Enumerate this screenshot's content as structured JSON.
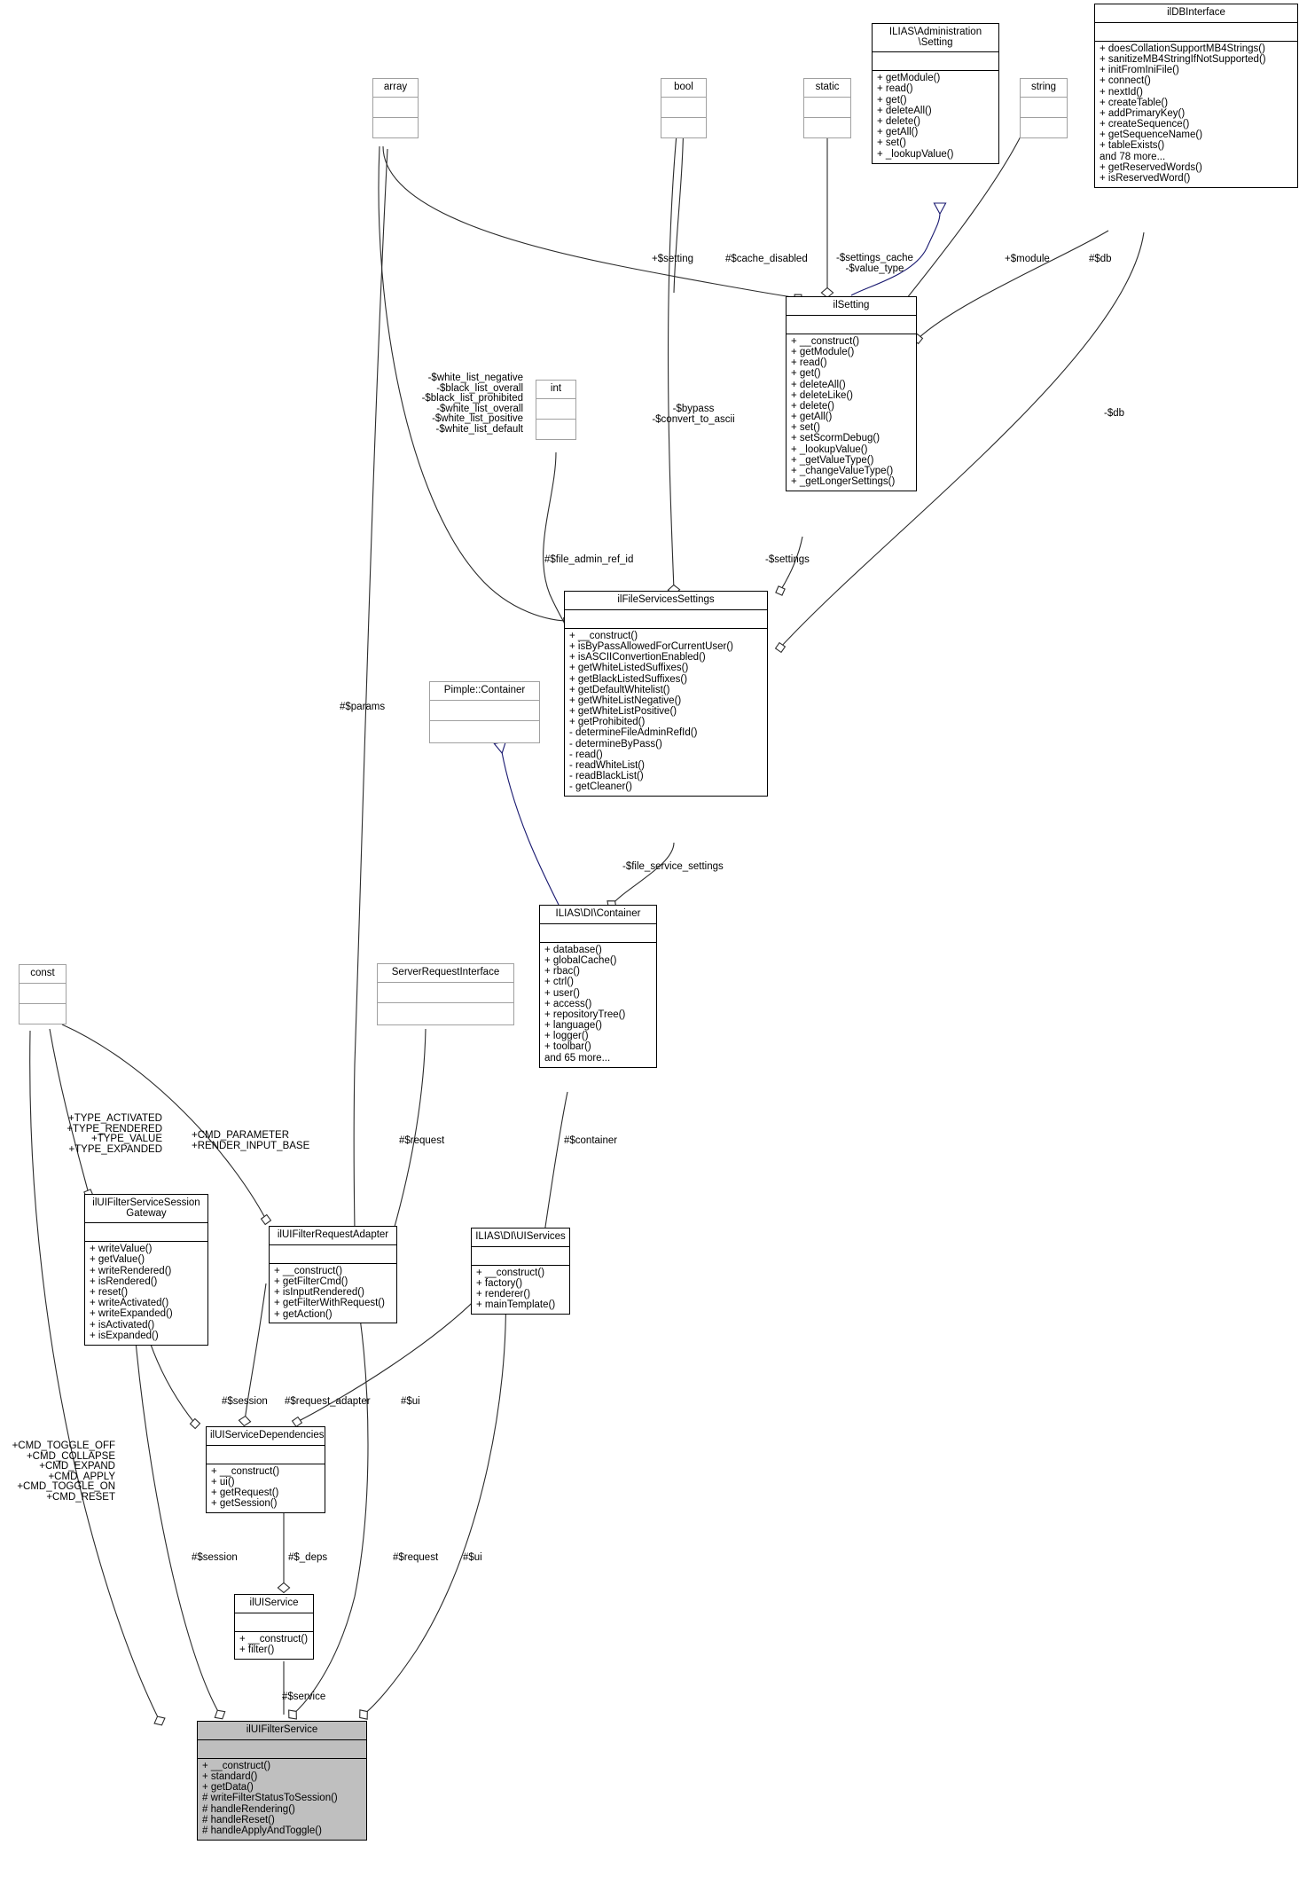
{
  "diagram": {
    "type": "uml-class-diagram",
    "title": "ilUIFilterService collaboration diagram",
    "highlight_color": "#bfbfbf",
    "inheritance_arrow_color": "#191970"
  },
  "nodes": [
    {
      "id": "array",
      "name": "array",
      "attrs": [],
      "ops": []
    },
    {
      "id": "bool",
      "name": "bool",
      "attrs": [],
      "ops": []
    },
    {
      "id": "static",
      "name": "static",
      "attrs": [],
      "ops": []
    },
    {
      "id": "string",
      "name": "string",
      "attrs": [],
      "ops": []
    },
    {
      "id": "int",
      "name": "int",
      "attrs": [],
      "ops": []
    },
    {
      "id": "const",
      "name": "const",
      "attrs": [],
      "ops": []
    },
    {
      "id": "ilias-administration-setting",
      "name": "ILIAS\\Administration\n\\Setting",
      "attrs": [],
      "ops": [
        "+ getModule()",
        "+ read()",
        "+ get()",
        "+ deleteAll()",
        "+ delete()",
        "+ getAll()",
        "+ set()",
        "+ _lookupValue()"
      ]
    },
    {
      "id": "ildbinterface",
      "name": "ilDBInterface",
      "attrs": [],
      "ops": [
        "+ doesCollationSupportMB4Strings()",
        "+ sanitizeMB4StringIfNotSupported()",
        "+ initFromIniFile()",
        "+ connect()",
        "+ nextId()",
        "+ createTable()",
        "+ addPrimaryKey()",
        "+ createSequence()",
        "+ getSequenceName()",
        "+ tableExists()",
        "and 78 more...",
        "+ getReservedWords()",
        "+ isReservedWord()"
      ]
    },
    {
      "id": "ilsetting",
      "name": "ilSetting",
      "attrs": [],
      "ops": [
        "+ __construct()",
        "+ getModule()",
        "+ read()",
        "+ get()",
        "+ deleteAll()",
        "+ deleteLike()",
        "+ delete()",
        "+ getAll()",
        "+ set()",
        "+ setScormDebug()",
        "+ _lookupValue()",
        "+ _getValueType()",
        "+ _changeValueType()",
        "+ _getLongerSettings()"
      ]
    },
    {
      "id": "ilfileservicessettings",
      "name": "ilFileServicesSettings",
      "attrs": [],
      "ops": [
        "+ __construct()",
        "+ isByPassAllowedForCurrentUser()",
        "+ isASCIIConvertionEnabled()",
        "+ getWhiteListedSuffixes()",
        "+ getBlackListedSuffixes()",
        "+ getDefaultWhitelist()",
        "+ getWhiteListNegative()",
        "+ getWhiteListPositive()",
        "+ getProhibited()",
        "- determineFileAdminRefId()",
        "- determineByPass()",
        "- read()",
        "- readWhiteList()",
        "- readBlackList()",
        "- getCleaner()"
      ]
    },
    {
      "id": "pimple-container",
      "name": "Pimple::Container",
      "attrs": [],
      "ops": []
    },
    {
      "id": "ilias-di-container",
      "name": "ILIAS\\DI\\Container",
      "attrs": [],
      "ops": [
        "+ database()",
        "+ globalCache()",
        "+ rbac()",
        "+ ctrl()",
        "+ user()",
        "+ access()",
        "+ repositoryTree()",
        "+ language()",
        "+ logger()",
        "+ toolbar()",
        "and 65 more..."
      ]
    },
    {
      "id": "serverrequestinterface",
      "name": "ServerRequestInterface",
      "attrs": [],
      "ops": []
    },
    {
      "id": "ilui-filterservicesessiongateway",
      "name": "ilUIFilterServiceSession\nGateway",
      "attrs": [],
      "ops": [
        "+ writeValue()",
        "+ getValue()",
        "+ writeRendered()",
        "+ isRendered()",
        "+ reset()",
        "+ writeActivated()",
        "+ writeExpanded()",
        "+ isActivated()",
        "+ isExpanded()"
      ]
    },
    {
      "id": "ilui-filterrequestadapter",
      "name": "ilUIFilterRequestAdapter",
      "attrs": [],
      "ops": [
        "+ __construct()",
        "+ getFilterCmd()",
        "+ isInputRendered()",
        "+ getFilterWithRequest()",
        "+ getAction()"
      ]
    },
    {
      "id": "ilias-di-uiservices",
      "name": "ILIAS\\DI\\UIServices",
      "attrs": [],
      "ops": [
        "+ __construct()",
        "+ factory()",
        "+ renderer()",
        "+ mainTemplate()"
      ]
    },
    {
      "id": "iluiservicedependencies",
      "name": "ilUIServiceDependencies",
      "attrs": [],
      "ops": [
        "+ __construct()",
        "+ ui()",
        "+ getRequest()",
        "+ getSession()"
      ]
    },
    {
      "id": "iluiservice",
      "name": "ilUIService",
      "attrs": [],
      "ops": [
        "+ __construct()",
        "+ filter()"
      ]
    },
    {
      "id": "iluifilterservice",
      "name": "ilUIFilterService",
      "attrs": [],
      "ops": [
        "+ __construct()",
        "+ standard()",
        "+ getData()",
        "# writeFilterStatusToSession()",
        "# handleRendering()",
        "# handleReset()",
        "# handleApplyAndToggle()"
      ]
    }
  ],
  "edge_labels": [
    {
      "id": "setting",
      "text": "+$setting"
    },
    {
      "id": "cache_disabled",
      "text": "#$cache_disabled"
    },
    {
      "id": "settings_cache",
      "text": "-$settings_cache\n-$value_type"
    },
    {
      "id": "module",
      "text": "+$module"
    },
    {
      "id": "db_hash",
      "text": "#$db"
    },
    {
      "id": "db_dash",
      "text": "-$db"
    },
    {
      "id": "whitelists",
      "text": "-$white_list_negative\n-$black_list_overall\n-$black_list_prohibited\n-$white_list_overall\n-$white_list_positive\n-$white_list_default"
    },
    {
      "id": "bypass",
      "text": "-$bypass\n-$convert_to_ascii"
    },
    {
      "id": "file_admin_ref_id",
      "text": "#$file_admin_ref_id"
    },
    {
      "id": "settings",
      "text": "-$settings"
    },
    {
      "id": "params",
      "text": "#$params"
    },
    {
      "id": "file_service_settings",
      "text": "-$file_service_settings"
    },
    {
      "id": "container",
      "text": "#$container"
    },
    {
      "id": "request_top",
      "text": "#$request"
    },
    {
      "id": "type_consts",
      "text": "+TYPE_ACTIVATED\n+TYPE_RENDERED\n+TYPE_VALUE\n+TYPE_EXPANDED"
    },
    {
      "id": "cmd_parameter",
      "text": "+CMD_PARAMETER\n+RENDER_INPUT_BASE"
    },
    {
      "id": "session_top",
      "text": "#$session"
    },
    {
      "id": "request_adapter",
      "text": "#$request_adapter"
    },
    {
      "id": "ui_top",
      "text": "#$ui"
    },
    {
      "id": "cmd_consts",
      "text": "+CMD_TOGGLE_OFF\n+CMD_COLLAPSE\n+CMD_EXPAND\n+CMD_APPLY\n+CMD_TOGGLE_ON\n+CMD_RESET"
    },
    {
      "id": "session_bottom",
      "text": "#$session"
    },
    {
      "id": "deps",
      "text": "#$_deps"
    },
    {
      "id": "request_bottom",
      "text": "#$request"
    },
    {
      "id": "ui_bottom",
      "text": "#$ui"
    },
    {
      "id": "service",
      "text": "#$service"
    }
  ]
}
